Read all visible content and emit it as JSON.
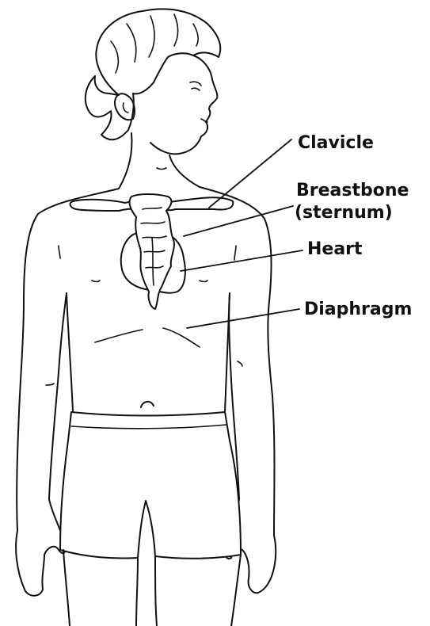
{
  "labels": {
    "clavicle": "Clavicle",
    "breastbone": "Breastbone",
    "sternum": "(sternum)",
    "heart": "Heart",
    "diaphragm": "Diaphragm"
  }
}
